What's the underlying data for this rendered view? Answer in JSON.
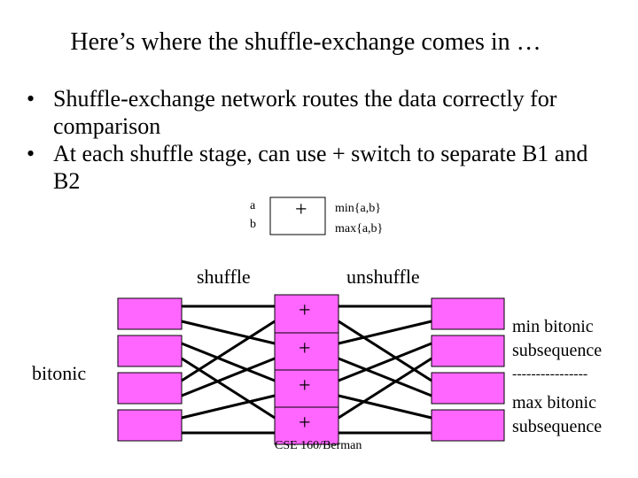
{
  "title": "Here’s where the shuffle-exchange comes in …",
  "bullets": [
    "Shuffle-exchange network routes the data correctly for comparison",
    "At each shuffle stage, can use + switch to separate B1 and B2"
  ],
  "switch_diagram": {
    "input_a": "a",
    "input_b": "b",
    "switch_symbol": "+",
    "output_min": "min{a,b}",
    "output_max": "max{a,b}"
  },
  "network": {
    "shuffle_label": "shuffle",
    "unshuffle_label": "unshuffle",
    "input_label": "bitonic",
    "switch_symbol": "+",
    "colors": {
      "box_fill": "#ff66ff"
    }
  },
  "notes": {
    "min_line1": "min bitonic",
    "min_line2": "subsequence",
    "divider": "----------------",
    "max_line1": "max bitonic",
    "max_line2": "subsequence"
  },
  "footer": "CSE 160/Berman"
}
